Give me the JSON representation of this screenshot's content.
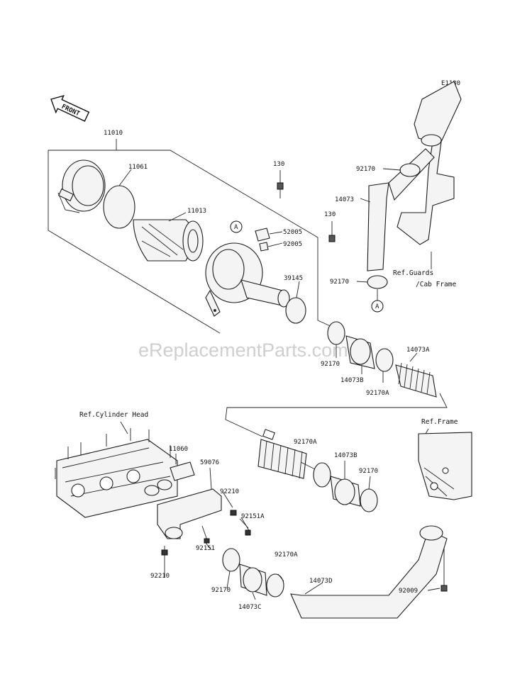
{
  "diagram_code": "E1130",
  "front_label": "FRONT",
  "watermark": "eReplacementParts.com",
  "callout_a": "A",
  "refs": {
    "guards": "Ref.Guards",
    "cab_frame": "/Cab Frame",
    "cylinder_head": "Ref.Cylinder Head",
    "frame": "Ref.Frame"
  },
  "parts": {
    "p11010": "11010",
    "p11061": "11061",
    "p11013": "11013",
    "p130_a": "130",
    "p130_b": "130",
    "p52005": "52005",
    "p92005": "92005",
    "p39145": "39145",
    "p92170_top": "92170",
    "p14073": "14073",
    "p92170_guard": "92170",
    "p92170_mid": "92170",
    "p14073B_mid": "14073B",
    "p92170A_mid": "92170A",
    "p14073A": "14073A",
    "p92170A_low": "92170A",
    "p14073B_low": "14073B",
    "p92170_low": "92170",
    "p11060": "11060",
    "p59076": "59076",
    "p92210_a": "92210",
    "p92151A": "92151A",
    "p92151": "92151",
    "p92210_b": "92210",
    "p92170A_bot": "92170A",
    "p92170_bot": "92170",
    "p14073C": "14073C",
    "p14073D": "14073D",
    "p92009": "92009"
  }
}
